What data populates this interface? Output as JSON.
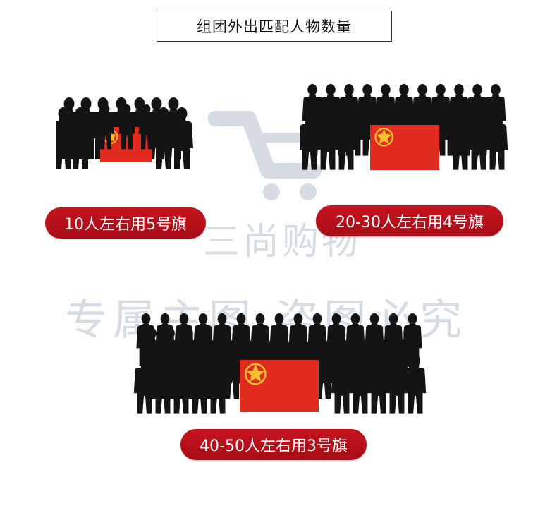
{
  "title": "组团外出匹配人物数量",
  "watermark": {
    "brand": "三尚购物",
    "slogan": "专属主图 盗图必究"
  },
  "colors": {
    "flag": "#e12b1f",
    "emblem": "#f4c22b",
    "silhouette": "#141414",
    "pill": "#b5101a"
  },
  "groups": [
    {
      "label": "10人左右用5号旗"
    },
    {
      "label": "20-30人左右用4号旗"
    },
    {
      "label": "40-50人左右用3号旗"
    }
  ]
}
